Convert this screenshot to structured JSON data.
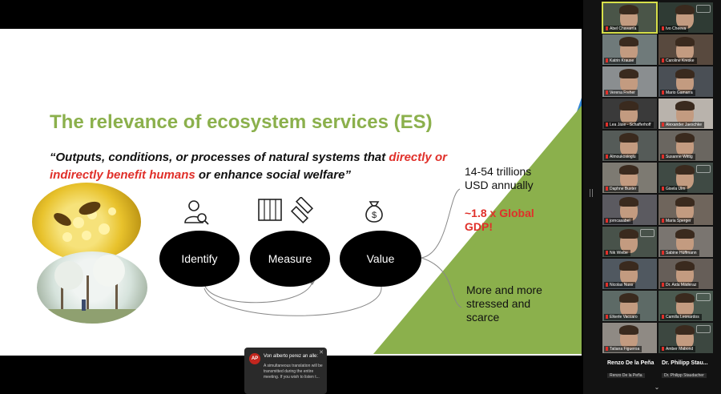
{
  "slide": {
    "title": "The relevance of ecosystem services (ES)",
    "quote_part1": "“Outputs, conditions, or processes of natural systems that ",
    "quote_highlight": "directly or indirectly benefit humans",
    "quote_part2": " or enhance social welfare”",
    "process_steps": [
      {
        "label": "Identify",
        "icon": "person-search-icon"
      },
      {
        "label": "Measure",
        "icon": "measure-tools-icon"
      },
      {
        "label": "Value",
        "icon": "money-bag-icon"
      }
    ],
    "value_line1": "14-54 trillions",
    "value_line2": "USD annually",
    "gdp_line1": "~1.8 x Global",
    "gdp_line2": "GDP!",
    "stress_line1": "More and more",
    "stress_line2": "stressed and",
    "stress_line3": "scarce",
    "colors": {
      "title_green": "#8bb04c",
      "accent_red": "#e0302a",
      "tri_green": "#8bb04c",
      "tri_blue": "#2f85d6"
    }
  },
  "notification": {
    "initials": "AP",
    "sender": "Von alberto perez an alle:",
    "message": "A simultaneous translation will be transmitted during the entire meeting. If you wish to listen t...",
    "close_icon": "close-icon"
  },
  "participants": [
    {
      "name": "Abel Chavarría",
      "active": true,
      "logo": false
    },
    {
      "name": "Ivo Cheeva",
      "active": false,
      "logo": true
    },
    {
      "name": "Katrin Krause",
      "active": false,
      "logo": false
    },
    {
      "name": "Caroline Kreske",
      "active": false,
      "logo": false
    },
    {
      "name": "Verena Freher",
      "active": false,
      "logo": false
    },
    {
      "name": "Mario Gamarra",
      "active": false,
      "logo": false
    },
    {
      "name": "Lea Jäse - Schafferhoff",
      "active": false,
      "logo": false
    },
    {
      "name": "Alexander Jaeschke",
      "active": false,
      "logo": false
    },
    {
      "name": "Almoukosioglu",
      "active": false,
      "logo": false
    },
    {
      "name": "Susanne Wittig",
      "active": false,
      "logo": false
    },
    {
      "name": "Daphne Buxter",
      "active": false,
      "logo": false
    },
    {
      "name": "Gisela Ulm",
      "active": false,
      "logo": true
    },
    {
      "name": "jorncasabel",
      "active": false,
      "logo": false
    },
    {
      "name": "Maria Sperger",
      "active": false,
      "logo": false
    },
    {
      "name": "Nik Wiebe",
      "active": false,
      "logo": true
    },
    {
      "name": "Sabine Hüffmann",
      "active": false,
      "logo": false
    },
    {
      "name": "Nicolas Nuss",
      "active": false,
      "logo": false
    },
    {
      "name": "Dr. Aida Mäderaz",
      "active": false,
      "logo": false
    },
    {
      "name": "Elkerle Vaccaro",
      "active": false,
      "logo": false
    },
    {
      "name": "Camilla Leonardos",
      "active": false,
      "logo": true
    },
    {
      "name": "Tatiana Figueroa",
      "active": false,
      "logo": false
    },
    {
      "name": "Amber Mabond",
      "active": false,
      "logo": true
    }
  ],
  "bottom_speakers": [
    {
      "big": "Renzo De la Peña",
      "small": "Renzo De la Peña"
    },
    {
      "big": "Dr. Philipp Stau...",
      "small": "Dr. Philipp Staudacher"
    }
  ],
  "more_icon": "chevron-down-icon"
}
